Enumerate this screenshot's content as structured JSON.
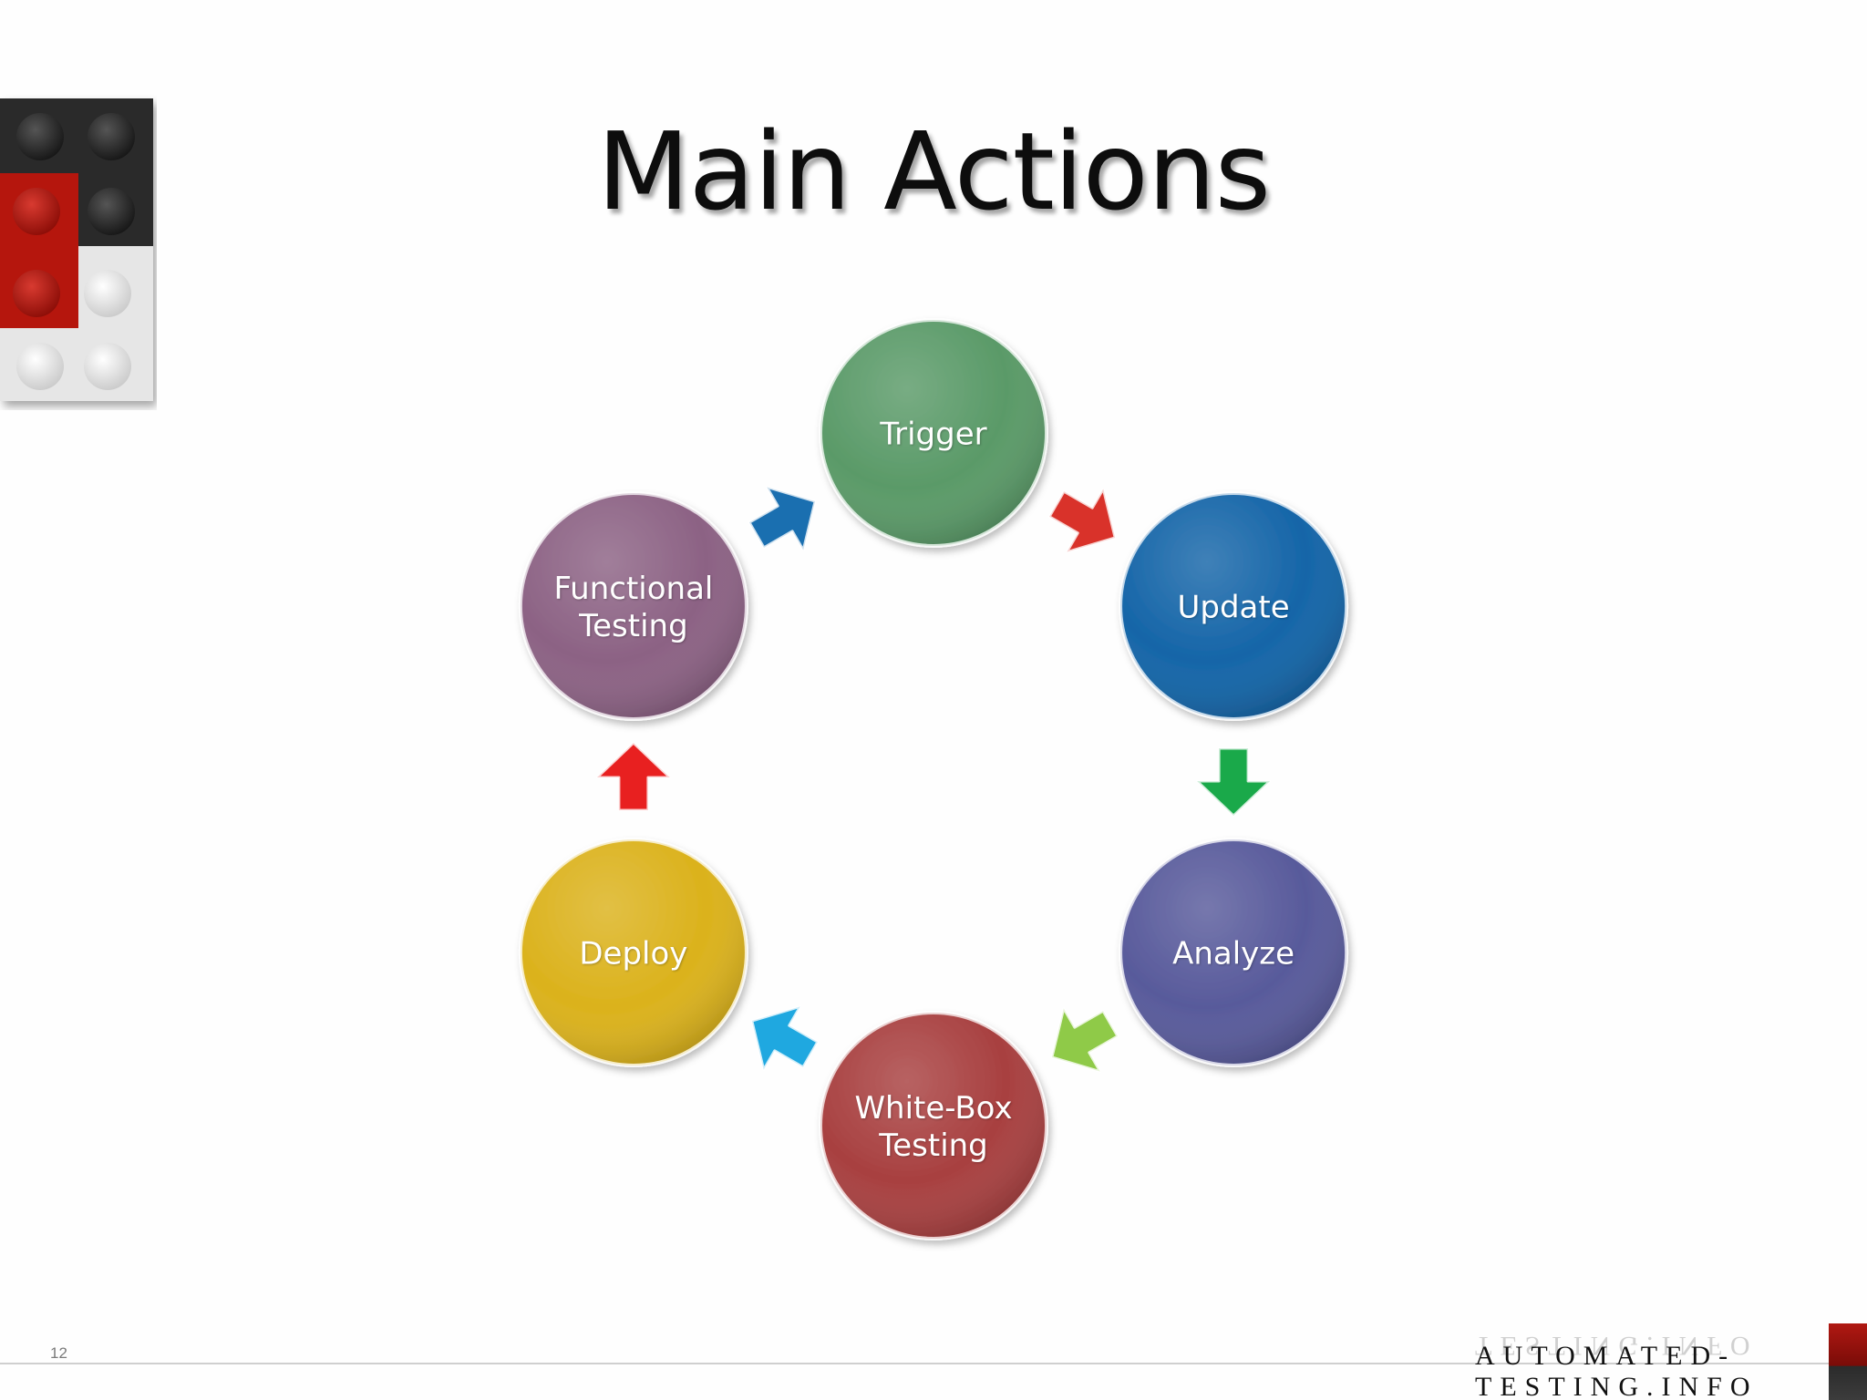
{
  "slide": {
    "title": "Main Actions",
    "slide_number": "12",
    "brand_line1": "AUTOMATED-",
    "brand_line2": "TESTING.INFO"
  },
  "cycle": {
    "nodes": [
      {
        "id": "trigger",
        "label": "Trigger",
        "color": "#5a9a68"
      },
      {
        "id": "update",
        "label": "Update",
        "color": "#1565a8"
      },
      {
        "id": "analyze",
        "label": "Analyze",
        "color": "#585a9b"
      },
      {
        "id": "white-box-testing",
        "label": "White-Box\nTesting",
        "color": "#a84040"
      },
      {
        "id": "deploy",
        "label": "Deploy",
        "color": "#dbb21c"
      },
      {
        "id": "functional-testing",
        "label": "Functional\nTesting",
        "color": "#8c6284"
      }
    ],
    "arrows": [
      {
        "from": "trigger",
        "to": "update",
        "color": "#d9322a"
      },
      {
        "from": "update",
        "to": "analyze",
        "color": "#1aa94a"
      },
      {
        "from": "analyze",
        "to": "white-box-testing",
        "color": "#8fca48"
      },
      {
        "from": "white-box-testing",
        "to": "deploy",
        "color": "#1fa8e0"
      },
      {
        "from": "deploy",
        "to": "functional-testing",
        "color": "#e82020"
      },
      {
        "from": "functional-testing",
        "to": "trigger",
        "color": "#1a6fb0"
      }
    ]
  },
  "colors": {
    "lego_red": "#b5150e",
    "lego_black": "#2a2a2a",
    "lego_white": "#e8e8e8"
  }
}
